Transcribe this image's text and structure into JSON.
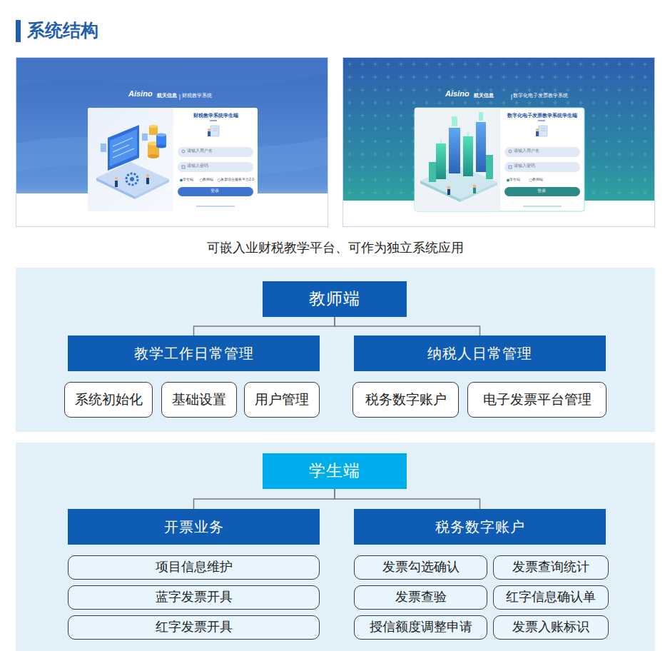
{
  "diagram": {
    "title": "系统结构",
    "caption": "可嵌入业财税教学平台、可作为独立系统应用",
    "nodes": [
      {
        "text": [
          "教师端"
        ]
      },
      {
        "text": [
          "教学工作日常管理"
        ]
      },
      {
        "text": [
          "纳税人日常管理"
        ]
      },
      {
        "text": [
          "系统初始化"
        ]
      },
      {
        "text": [
          "基础设置"
        ]
      },
      {
        "text": [
          "用户管理"
        ]
      },
      {
        "text": [
          "税务数字账户"
        ]
      },
      {
        "text": [
          "电子发票平台管理"
        ]
      },
      {
        "text": [
          "学生端"
        ]
      },
      {
        "text": [
          "开票业务"
        ]
      },
      {
        "text": [
          "税务数字账户"
        ]
      },
      {
        "text": [
          "项目信息维护"
        ]
      },
      {
        "text": [
          "蓝字发票开具"
        ]
      },
      {
        "text": [
          "红字发票开具"
        ]
      },
      {
        "text": [
          "发票勾选确认"
        ]
      },
      {
        "text": [
          "发票查询统计"
        ]
      },
      {
        "text": [
          "发票查验"
        ]
      },
      {
        "text": [
          "红字信息确认单"
        ]
      },
      {
        "text": [
          "授信额度调整申请"
        ]
      },
      {
        "text": [
          "发票入账标识"
        ]
      }
    ],
    "edges": [
      {
        "from": 0,
        "to": 1,
        "arrow": "none"
      },
      {
        "from": 0,
        "to": 2,
        "arrow": "none"
      },
      {
        "from": 8,
        "to": 9,
        "arrow": "none"
      },
      {
        "from": 8,
        "to": 10,
        "arrow": "none"
      }
    ],
    "labels": [
      "Aisino",
      "航天信息",
      "财税教学系统",
      "财税教学系统学生端",
      "请输入用户名",
      "请输入密码",
      "学生端",
      "教师端",
      "发票综合服务平台2.0",
      "登录",
      "Aisino",
      "航天信息",
      "数字化电子发票教学系统",
      "数字化电子发票教学系统学生端",
      "请输入用户名",
      "请输入密码",
      "学生端",
      "教师端",
      "登录"
    ]
  }
}
